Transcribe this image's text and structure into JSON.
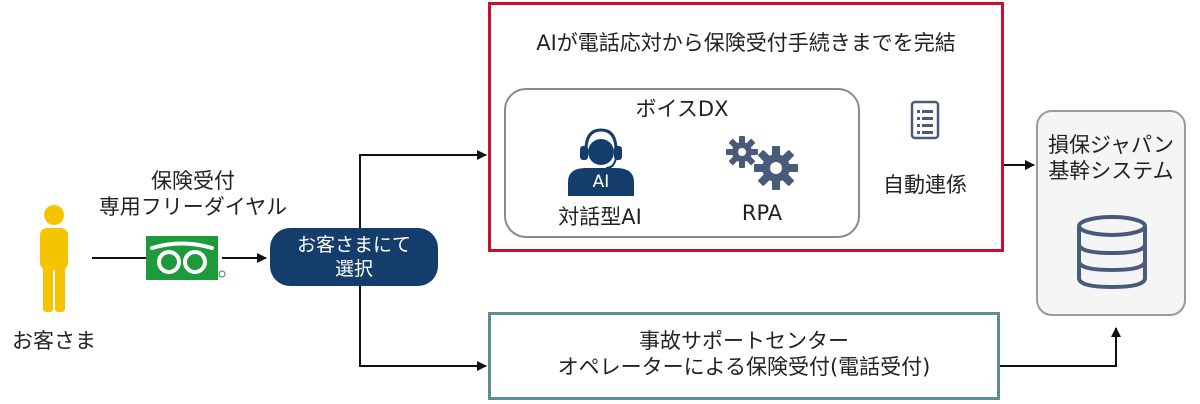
{
  "customer": {
    "label": "お客さま"
  },
  "dial": {
    "line1": "保険受付",
    "line2": "専用フリーダイヤル"
  },
  "select": {
    "line1": "お客さまにて",
    "line2": "選択"
  },
  "ai_box": {
    "title": "AIが電話応対から保険受付手続きまでを完結"
  },
  "voice_dx": {
    "title": "ボイスDX",
    "ai_badge": "AI",
    "ai_label": "対話型AI",
    "rpa_label": "RPA"
  },
  "link": {
    "label": "自動連係"
  },
  "system": {
    "line1": "損保ジャパン",
    "line2": "基幹システム"
  },
  "operator": {
    "line1": "事故サポートセンター",
    "line2": "オペレーターによる保険受付(電話受付)"
  },
  "colors": {
    "red": "#c8102e",
    "teal": "#5b8e95",
    "navy": "#153d6b",
    "yellow": "#f5c400",
    "green": "#1d9a3c",
    "icon_gray": "#4a5a7a"
  }
}
